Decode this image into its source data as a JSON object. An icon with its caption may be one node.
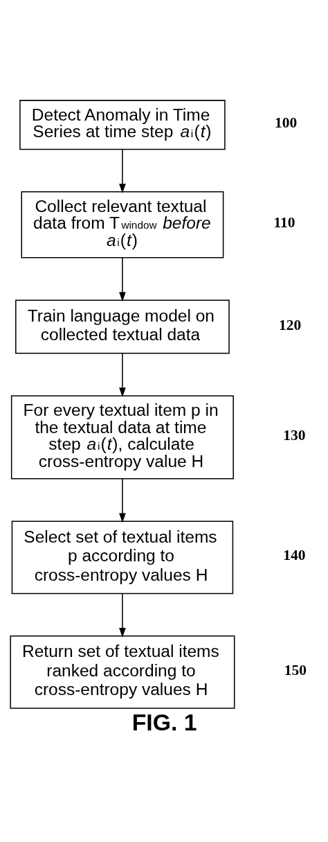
{
  "diagram": {
    "caption": "FIG. 1",
    "nodes": [
      {
        "text": [
          "Detect Anomaly in Time Series at time step *a*$_{i}$(*t*)"
        ],
        "beside": [
          "100"
        ]
      },
      {
        "text": [
          "Collect relevant textual data from T$_{window}$ *before* *a*$_{i}$(*t*)"
        ],
        "beside": [
          "110"
        ]
      },
      {
        "text": [
          "Train language model on collected textual data"
        ],
        "beside": [
          "120"
        ]
      },
      {
        "text": [
          "For every textual item p in the textual data at time step *a*$_{i}$(*t*), calculate cross-entropy value H"
        ],
        "beside": [
          "130"
        ]
      },
      {
        "text": [
          "Select set of textual items p according to cross-entropy values H"
        ],
        "beside": [
          "140"
        ]
      },
      {
        "text": [
          "Return set of textual items ranked according to cross-entropy values H"
        ],
        "beside": [
          "150"
        ]
      }
    ],
    "edges": [
      {
        "from": 0,
        "to": 1,
        "arrow": "to"
      },
      {
        "from": 1,
        "to": 2,
        "arrow": "to"
      },
      {
        "from": 2,
        "to": 3,
        "arrow": "to"
      },
      {
        "from": 3,
        "to": 4,
        "arrow": "to"
      },
      {
        "from": 4,
        "to": 5,
        "arrow": "to"
      }
    ]
  }
}
